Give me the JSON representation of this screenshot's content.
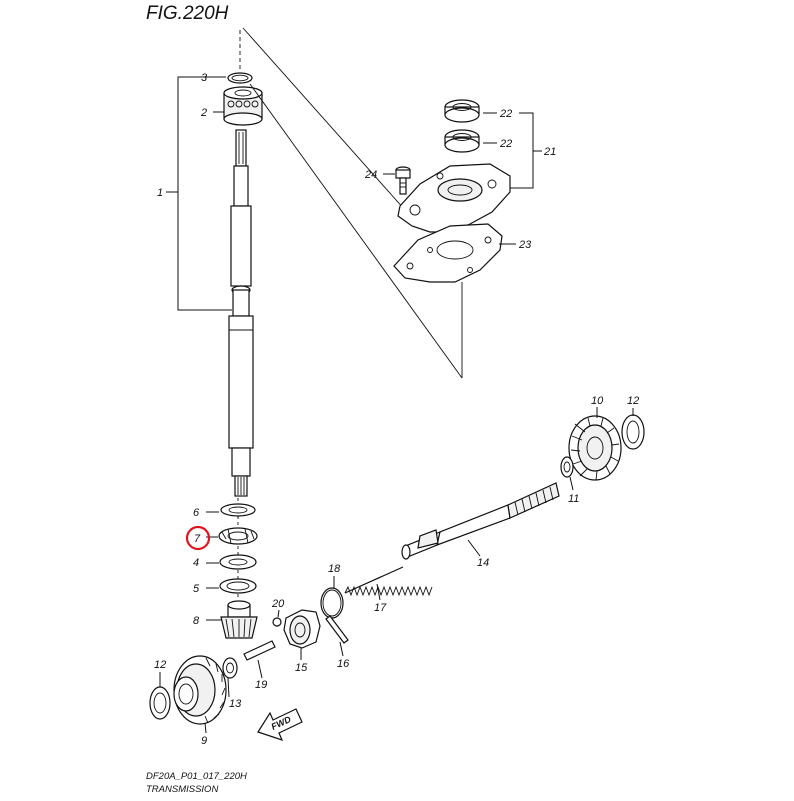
{
  "figure": {
    "title": "FIG.220H",
    "code": "DF20A_P01_017_220H",
    "caption": "TRANSMISSION",
    "fwd_label": "FWD",
    "highlight_color": "#e0141e"
  },
  "callouts": {
    "c1": "1",
    "c2": "2",
    "c3": "3",
    "c4": "4",
    "c5": "5",
    "c6": "6",
    "c7": "7",
    "c8": "8",
    "c9": "9",
    "c10": "10",
    "c11": "11",
    "c12a": "12",
    "c12b": "12",
    "c13": "13",
    "c14": "14",
    "c15": "15",
    "c16": "16",
    "c17": "17",
    "c18": "18",
    "c19": "19",
    "c20": "20",
    "c21": "21",
    "c22a": "22",
    "c22b": "22",
    "c23": "23",
    "c24": "24"
  }
}
